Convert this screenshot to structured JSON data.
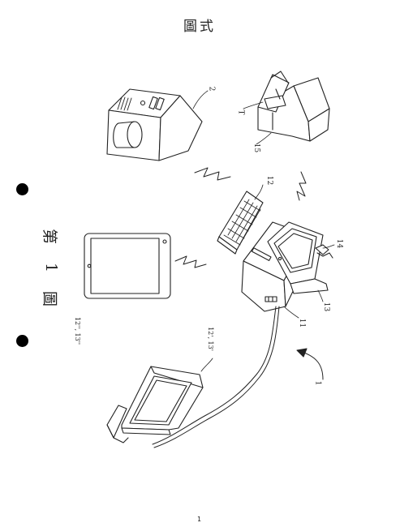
{
  "header": {
    "title": "圖式"
  },
  "figure": {
    "label_chars": [
      "第",
      "1",
      "圖"
    ]
  },
  "page_number": "1",
  "labels": {
    "ref_2": "2",
    "ref_T": "T",
    "ref_15": "15",
    "ref_12": "12",
    "ref_14": "14",
    "ref_13": "13",
    "ref_11": "11",
    "ref_1": "1",
    "ref_tablet": "12'', 13''",
    "ref_monitor": "12', 13'"
  }
}
